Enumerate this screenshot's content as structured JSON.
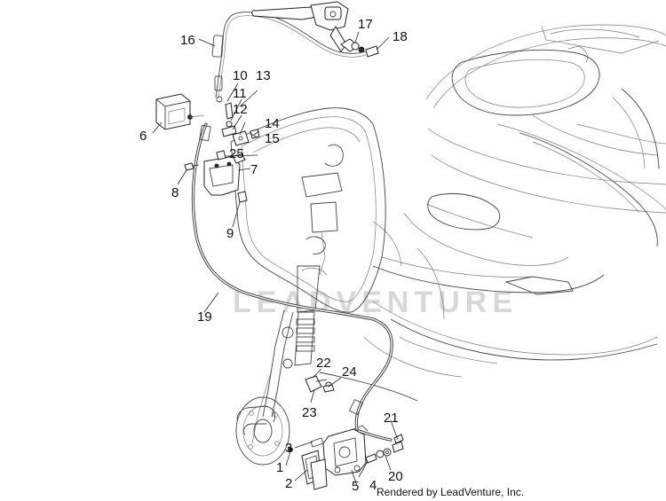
{
  "watermark": "LEADVENTURE",
  "credit": "Rendered by LeadVenture, Inc.",
  "callouts": {
    "c1": "1",
    "c2": "2",
    "c3": "3",
    "c4": "4",
    "c5": "5",
    "c6": "6",
    "c7": "7",
    "c8": "8",
    "c9": "9",
    "c10": "10",
    "c11": "11",
    "c12": "12",
    "c13": "13",
    "c14": "14",
    "c15": "15",
    "c16": "16",
    "c17": "17",
    "c18": "18",
    "c19": "19",
    "c20": "20",
    "c21": "21",
    "c22": "22",
    "c23": "23",
    "c24": "24",
    "c25": "25"
  }
}
